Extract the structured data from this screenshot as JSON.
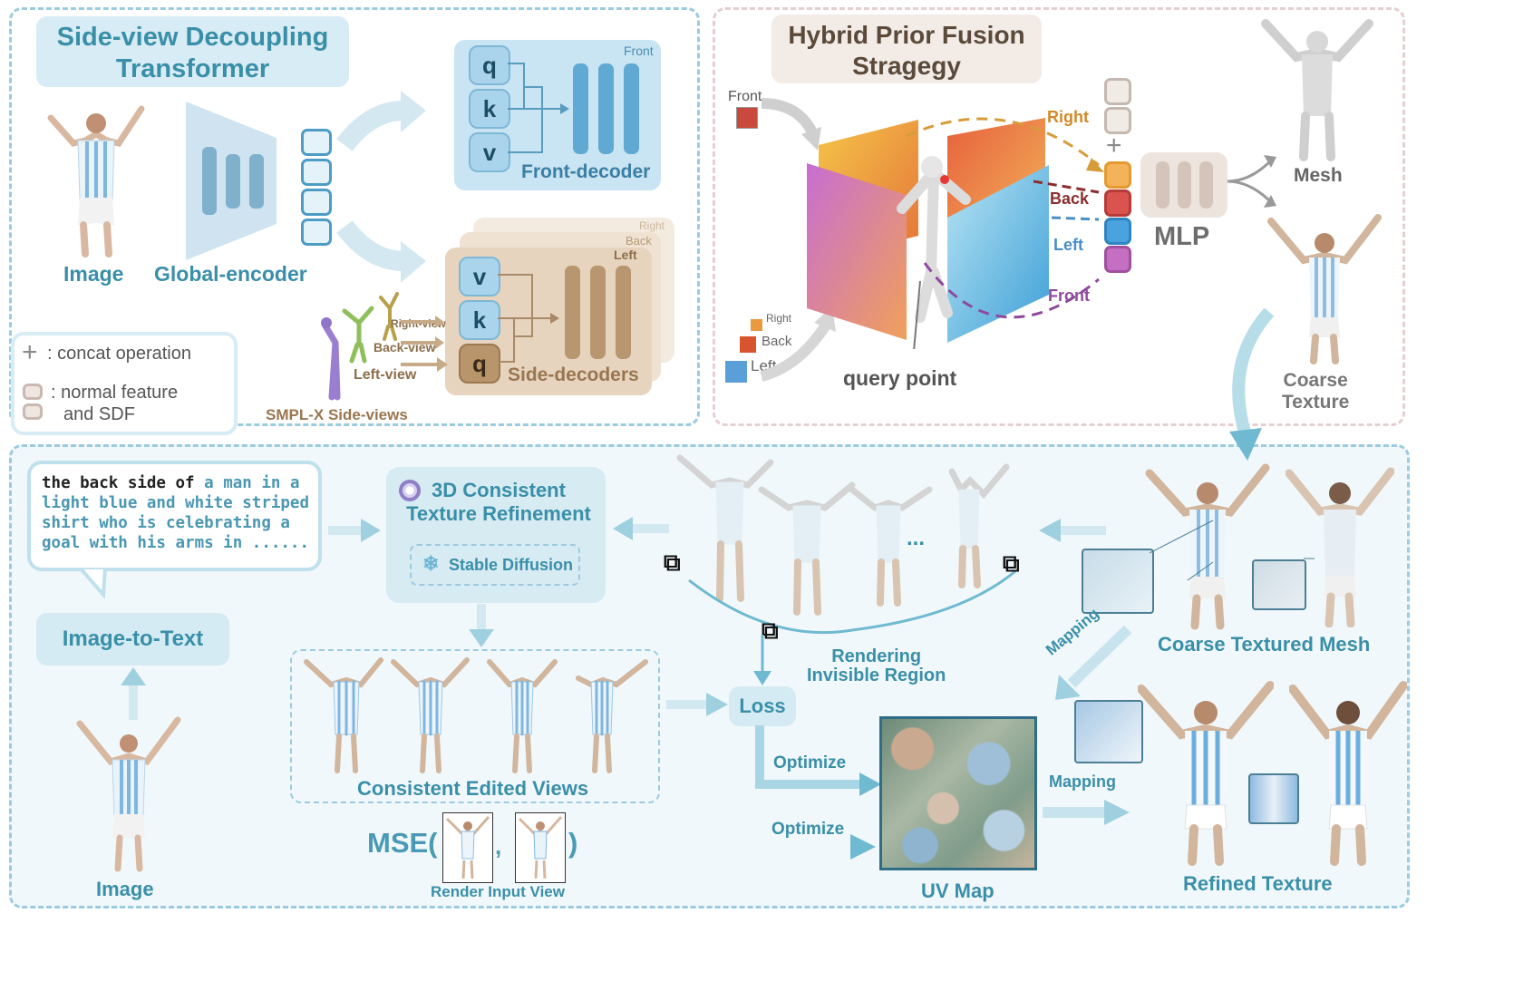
{
  "top_left": {
    "title": "Side-view Decoupling\nTransformer",
    "image_label": "Image",
    "encoder_label": "Global-encoder",
    "front_decoder": {
      "tag": "Front",
      "label": "Front-decoder",
      "tokens": [
        "q",
        "k",
        "v"
      ]
    },
    "side_decoders": {
      "tags": [
        "Right",
        "Back",
        "Left"
      ],
      "label": "Side-decoders",
      "tokens": [
        "v",
        "k",
        "q"
      ]
    },
    "smplx": {
      "right": "Right-view",
      "back": "Back-view",
      "left": "Left-view",
      "caption": "SMPL-X Side-views"
    }
  },
  "legend": {
    "concat_symbol": "+",
    "concat_text": ": concat operation",
    "feature_text_1": ": normal feature",
    "feature_text_2": "and SDF"
  },
  "top_right": {
    "title": "Hybrid Prior Fusion\nStragegy",
    "front_input": "Front",
    "side_inputs": [
      "Right",
      "Back",
      "Left"
    ],
    "arc_labels": {
      "right": "Right",
      "back": "Back",
      "left": "Left",
      "front": "Front"
    },
    "query_point": "query point",
    "plus": "+",
    "mlp": "MLP",
    "mesh": "Mesh",
    "coarse_texture": "Coarse\nTexture"
  },
  "bottom": {
    "prompt_parts": [
      {
        "text": "the back side of ",
        "style": "dark"
      },
      {
        "text": "a man in a light blue and white striped shirt who is celebrating a goal with his arms in ......",
        "style": "teal"
      }
    ],
    "image_to_text": "Image-to-Text",
    "refinement_title": "3D Consistent\nTexture Refinement",
    "stable_diffusion": "Stable Diffusion",
    "ellipsis": "...",
    "rendering_label": "Rendering\nInvisible Region",
    "coarse_mesh_label": "Coarse Textured Mesh",
    "consistent_views": "Consistent Edited Views",
    "loss": "Loss",
    "optimize_1": "Optimize",
    "optimize_2": "Optimize",
    "mapping_1": "Mapping",
    "mapping_2": "Mapping",
    "uv_map": "UV Map",
    "refined_texture": "Refined Texture",
    "image_label": "Image",
    "mse": "MSE(",
    "mse_comma": ",",
    "mse_close": ")",
    "render_input_view": "Render Input View"
  },
  "colors": {
    "panel_dash_blue": "#9ccbe0",
    "panel_dash_pink": "#e6cfd0",
    "title_blue": "#3a8fa8",
    "title_tan": "#5b4a3a",
    "token_blue": "#a9d4ec",
    "token_tan": "#ead8c2",
    "feat_orange": "#f4b25a",
    "feat_red": "#d9534f",
    "feat_blue": "#4aa3df",
    "feat_purple": "#c46fc1"
  }
}
